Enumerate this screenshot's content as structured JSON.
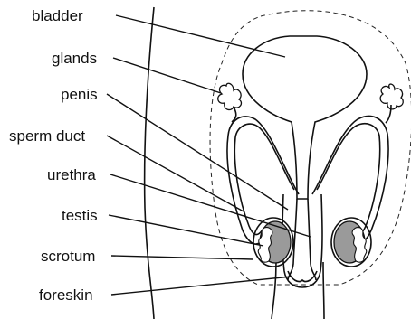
{
  "labels": {
    "bladder": "bladder",
    "glands": "glands",
    "penis": "penis",
    "sperm_duct": "sperm duct",
    "urethra": "urethra",
    "testis": "testis",
    "scrotum": "scrotum",
    "foreskin": "foreskin"
  }
}
